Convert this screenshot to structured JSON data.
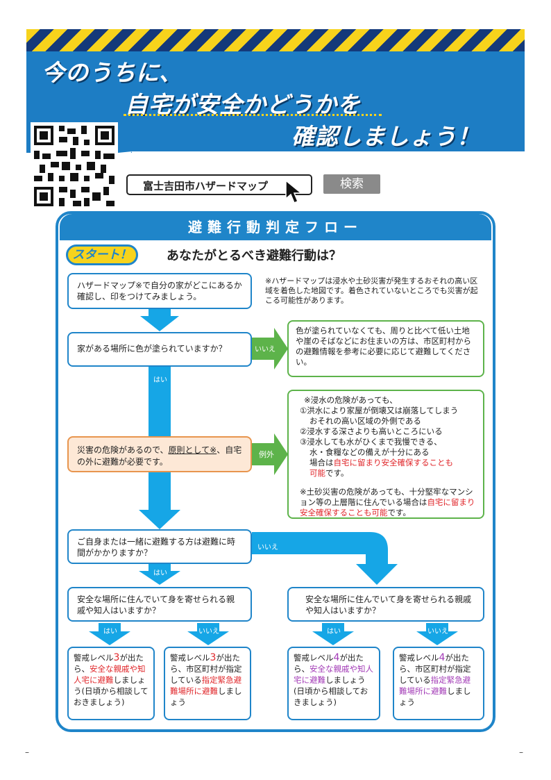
{
  "hero": {
    "line1": "今のうちに、",
    "line2": "自宅が安全かどうかを",
    "line3": "確認しましょう！"
  },
  "search": {
    "query": "富士吉田市ハザードマップ",
    "button": "検索"
  },
  "flow": {
    "title": "避難行動判定フロー",
    "start": "スタート！",
    "question": "あなたがとるべき避難行動は？",
    "step1": "ハザードマップ※で自分の家がどこにあるか確認し、印をつけてみましょう。",
    "step1_note": "※ハザードマップは浸水や土砂災害が発生するおそれの高い区域を着色した地図です。着色されていないところでも災害が起こる可能性があります。",
    "step2": "家がある場所に色が塗られていますか？",
    "step2_no_label": "いいえ",
    "step2_no_result": "色が塗られていなくても、周りと比べて低い土地や崖のそばなどにお住まいの方は、市区町村からの避難情報を参考に必要に応じて避難してください。",
    "step2_yes_label": "はい",
    "step3_a": "災害の危険があるので、",
    "step3_b": "原則として※",
    "step3_c": "、自宅の外に避難が必要です。",
    "exception_label": "例外",
    "exception": {
      "head": "※浸水の危険があっても、",
      "item1a": "①洪水により家屋が倒壊又は崩落してしまう",
      "item1b": "おそれの高い区域の外側である",
      "item2": "②浸水する深さよりも高いところにいる",
      "item3a": "③浸水しても水がひくまで我慢できる、",
      "item3b": "水・食糧などの備えが十分にある",
      "case_a": "場合は",
      "case_b": "自宅に留まり安全確保することも",
      "case_c": "可能",
      "case_d": "です。",
      "sediment_a": "※土砂災害の危険があっても、十分堅牢なマンション等の上層階に住んでいる場合は",
      "sediment_b": "自宅に留まり安全確保することも可能",
      "sediment_c": "です。"
    },
    "step4": "ご自身または一緒に避難する方は避難に時間がかかりますか？",
    "step4_no_label": "いいえ",
    "step4_yes_label": "はい",
    "step5_left": "安全な場所に住んでいて身を寄せられる親戚や知人はいますか？",
    "step5_right": "安全な場所に住んでいて身を寄せられる親戚や知人はいますか？",
    "yes_label": "はい",
    "no_label": "いいえ",
    "r1_a": "警戒レベル",
    "r1_b": "3",
    "r1_c": "が出たら、",
    "r1_d": "安全な親戚や知人宅に避難",
    "r1_e": "しましょう(日頃から相談しておきましょう)",
    "r2_a": "警戒レベル",
    "r2_b": "3",
    "r2_c": "が出たら、市区町村が指定している",
    "r2_d": "指定緊急避難場所に避難",
    "r2_e": "しましょう",
    "r3_a": "警戒レベル",
    "r3_b": "4",
    "r3_c": "が出たら、",
    "r3_d": "安全な親戚や知人宅に避難",
    "r3_e": "しましょう(日頃から相談しておきましょう)",
    "r4_a": "警戒レベル",
    "r4_b": "4",
    "r4_c": "が出たら、市区町村が指定している",
    "r4_d": "指定緊急避難場所に避難",
    "r4_e": "しましょう"
  },
  "footer": {
    "left": "–",
    "right": "–"
  },
  "colors": {
    "blue": "#1f85c9",
    "arrow_blue": "#16a6e6",
    "yellow": "#f7d31c",
    "green": "#5db34a",
    "red": "#e0262a",
    "purple": "#a23ab6"
  }
}
